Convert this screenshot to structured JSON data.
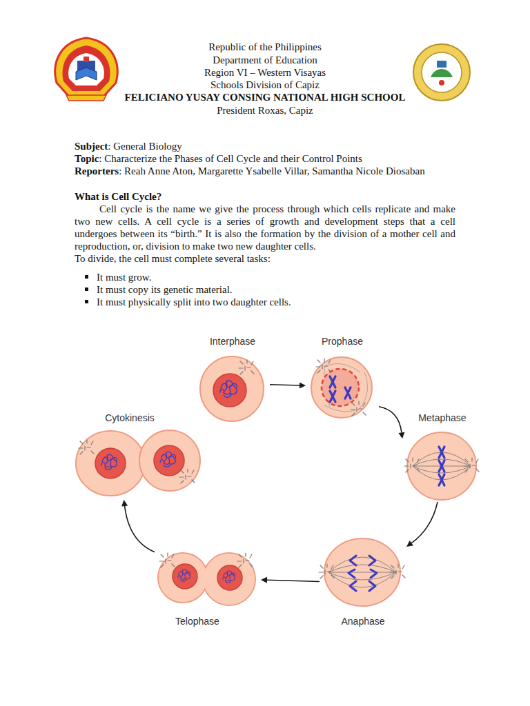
{
  "diagram": {
    "nodes": [
      {
        "text": [
          "Interphase"
        ]
      },
      {
        "text": [
          "Prophase"
        ]
      },
      {
        "text": [
          "Metaphase"
        ]
      },
      {
        "text": [
          "Anaphase"
        ]
      },
      {
        "text": [
          "Telophase"
        ]
      },
      {
        "text": [
          "Cytokinesis"
        ]
      }
    ],
    "edges": [
      {
        "from": 0,
        "to": 1,
        "arrow": "to"
      },
      {
        "from": 1,
        "to": 2,
        "arrow": "to"
      },
      {
        "from": 2,
        "to": 3,
        "arrow": "to"
      },
      {
        "from": 3,
        "to": 4,
        "arrow": "to"
      },
      {
        "from": 4,
        "to": 5,
        "arrow": "to"
      }
    ],
    "labels": [
      "Republic of the Philippines",
      "Department of Education",
      "Region VI – Western Visayas",
      "Schools Division of Capiz",
      "FELICIANO YUSAY CONSING NATIONAL HIGH SCHOOL",
      "President Roxas, Capiz",
      "Subject",
      ": General Biology",
      "Topic",
      ": Characterize the Phases of Cell Cycle and their Control Points",
      "Reporters",
      ": Reah Anne Aton, Margarette Ysabelle Villar, Samantha Nicole Diosaban",
      "What is Cell Cycle?",
      "Cell cycle is the name we give the process through which cells replicate and make two new cells. A cell cycle is a series of growth and development steps that a cell undergoes between its “birth.” It is also the formation by the division of a mother cell and reproduction, or, division to make two new daughter cells.",
      "To divide, the cell must complete several tasks:",
      "It must grow.",
      "It must copy its genetic material.",
      "It must physically split into two daughter cells."
    ]
  }
}
